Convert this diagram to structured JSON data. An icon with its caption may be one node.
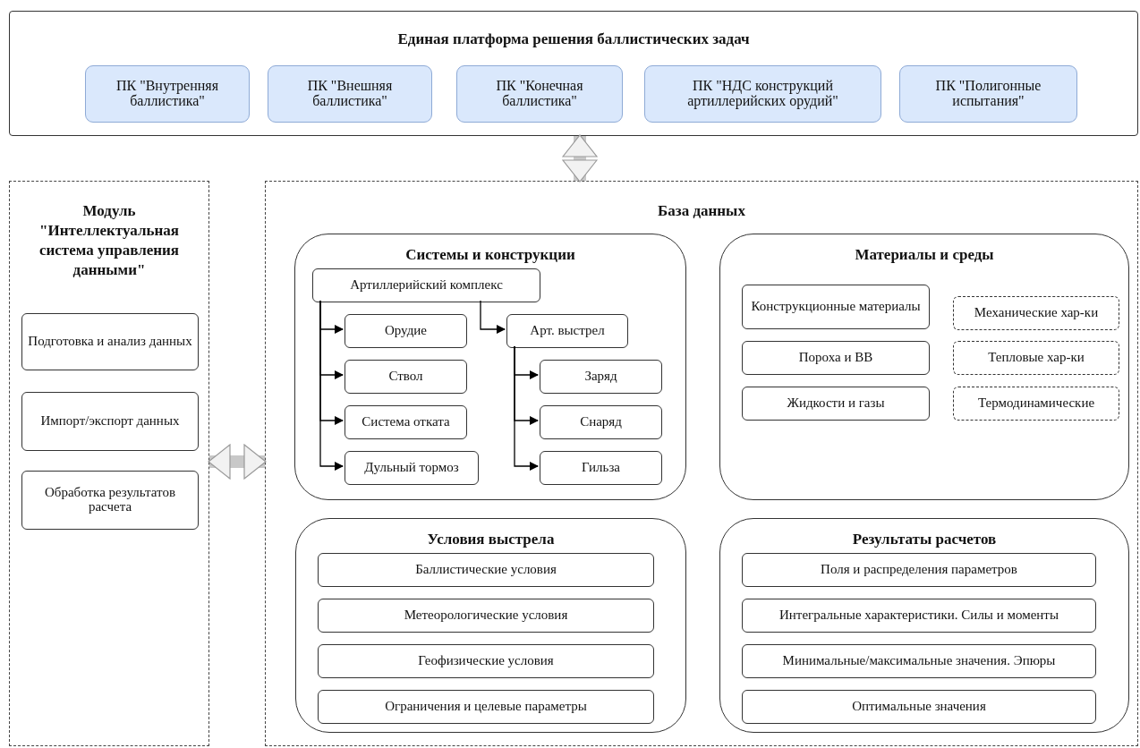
{
  "diagram": {
    "nodes": [
      {
        "text": [
          "Единая платформа решения баллистических задач"
        ]
      },
      {
        "text": [
          "ПК \"Внутренняя баллистика\""
        ],
        "in": 0
      },
      {
        "text": [
          "ПК \"Внешняя баллистика\""
        ],
        "in": 0
      },
      {
        "text": [
          "ПК \"Конечная баллистика\""
        ],
        "in": 0
      },
      {
        "text": [
          "ПК \"НДС конструкций артиллерийских орудий\""
        ],
        "in": 0
      },
      {
        "text": [
          "ПК \"Полигонные испытания\""
        ],
        "in": 0
      },
      {
        "text": [
          "Модуль \"Интеллектуальная система управления данными\""
        ]
      },
      {
        "text": [
          "Подготовка и анализ данных"
        ],
        "in": 6
      },
      {
        "text": [
          "Импорт/экспорт данных"
        ],
        "in": 6
      },
      {
        "text": [
          "Обработка результатов расчета"
        ],
        "in": 6
      },
      {
        "text": [
          "База данных"
        ]
      },
      {
        "text": [
          "Системы и конструкции"
        ],
        "in": 10
      },
      {
        "text": [
          "Артиллерийский комплекс"
        ],
        "in": 11
      },
      {
        "text": [
          "Орудие"
        ],
        "in": 11
      },
      {
        "text": [
          "Ствол"
        ],
        "in": 11
      },
      {
        "text": [
          "Система отката"
        ],
        "in": 11
      },
      {
        "text": [
          "Дульный тормоз"
        ],
        "in": 11
      },
      {
        "text": [
          "Арт. выстрел"
        ],
        "in": 11
      },
      {
        "text": [
          "Заряд"
        ],
        "in": 11
      },
      {
        "text": [
          "Снаряд"
        ],
        "in": 11
      },
      {
        "text": [
          "Гильза"
        ],
        "in": 11
      },
      {
        "text": [
          "Материалы и среды"
        ],
        "in": 10
      },
      {
        "text": [
          "Конструкционные материалы"
        ],
        "in": 21
      },
      {
        "text": [
          "Механические хар-ки"
        ],
        "in": 21
      },
      {
        "text": [
          "Пороха и ВВ"
        ],
        "in": 21
      },
      {
        "text": [
          "Тепловые хар-ки"
        ],
        "in": 21
      },
      {
        "text": [
          "Жидкости и газы"
        ],
        "in": 21
      },
      {
        "text": [
          "Термодинамические"
        ],
        "in": 21
      },
      {
        "text": [
          "Условия выстрела"
        ],
        "in": 10
      },
      {
        "text": [
          "Баллистические условия"
        ],
        "in": 28
      },
      {
        "text": [
          "Метеорологические условия"
        ],
        "in": 28
      },
      {
        "text": [
          "Геофизические условия"
        ],
        "in": 28
      },
      {
        "text": [
          "Ограничения и целевые параметры"
        ],
        "in": 28
      },
      {
        "text": [
          "Результаты расчетов"
        ],
        "in": 10
      },
      {
        "text": [
          "Поля и распределения параметров"
        ],
        "in": 33
      },
      {
        "text": [
          "Интегральные характеристики. Силы и моменты"
        ],
        "in": 33
      },
      {
        "text": [
          "Минимальные/максимальные значения. Эпюры"
        ],
        "in": 33
      },
      {
        "text": [
          "Оптимальные значения"
        ],
        "in": 33
      }
    ],
    "edges": [
      {
        "from": 0,
        "to": 10,
        "arrow": "both",
        "style": "thick",
        "color": "#c8c8c8"
      },
      {
        "from": 6,
        "to": 10,
        "arrow": "both",
        "style": "thick",
        "color": "#c8c8c8"
      },
      {
        "from": 12,
        "to": 13,
        "arrow": "to"
      },
      {
        "from": 12,
        "to": 14,
        "arrow": "to"
      },
      {
        "from": 12,
        "to": 15,
        "arrow": "to"
      },
      {
        "from": 12,
        "to": 16,
        "arrow": "to"
      },
      {
        "from": 12,
        "to": 17,
        "arrow": "to"
      },
      {
        "from": 17,
        "to": 18,
        "arrow": "to"
      },
      {
        "from": 17,
        "to": 19,
        "arrow": "to"
      },
      {
        "from": 17,
        "to": 20,
        "arrow": "to"
      }
    ]
  }
}
